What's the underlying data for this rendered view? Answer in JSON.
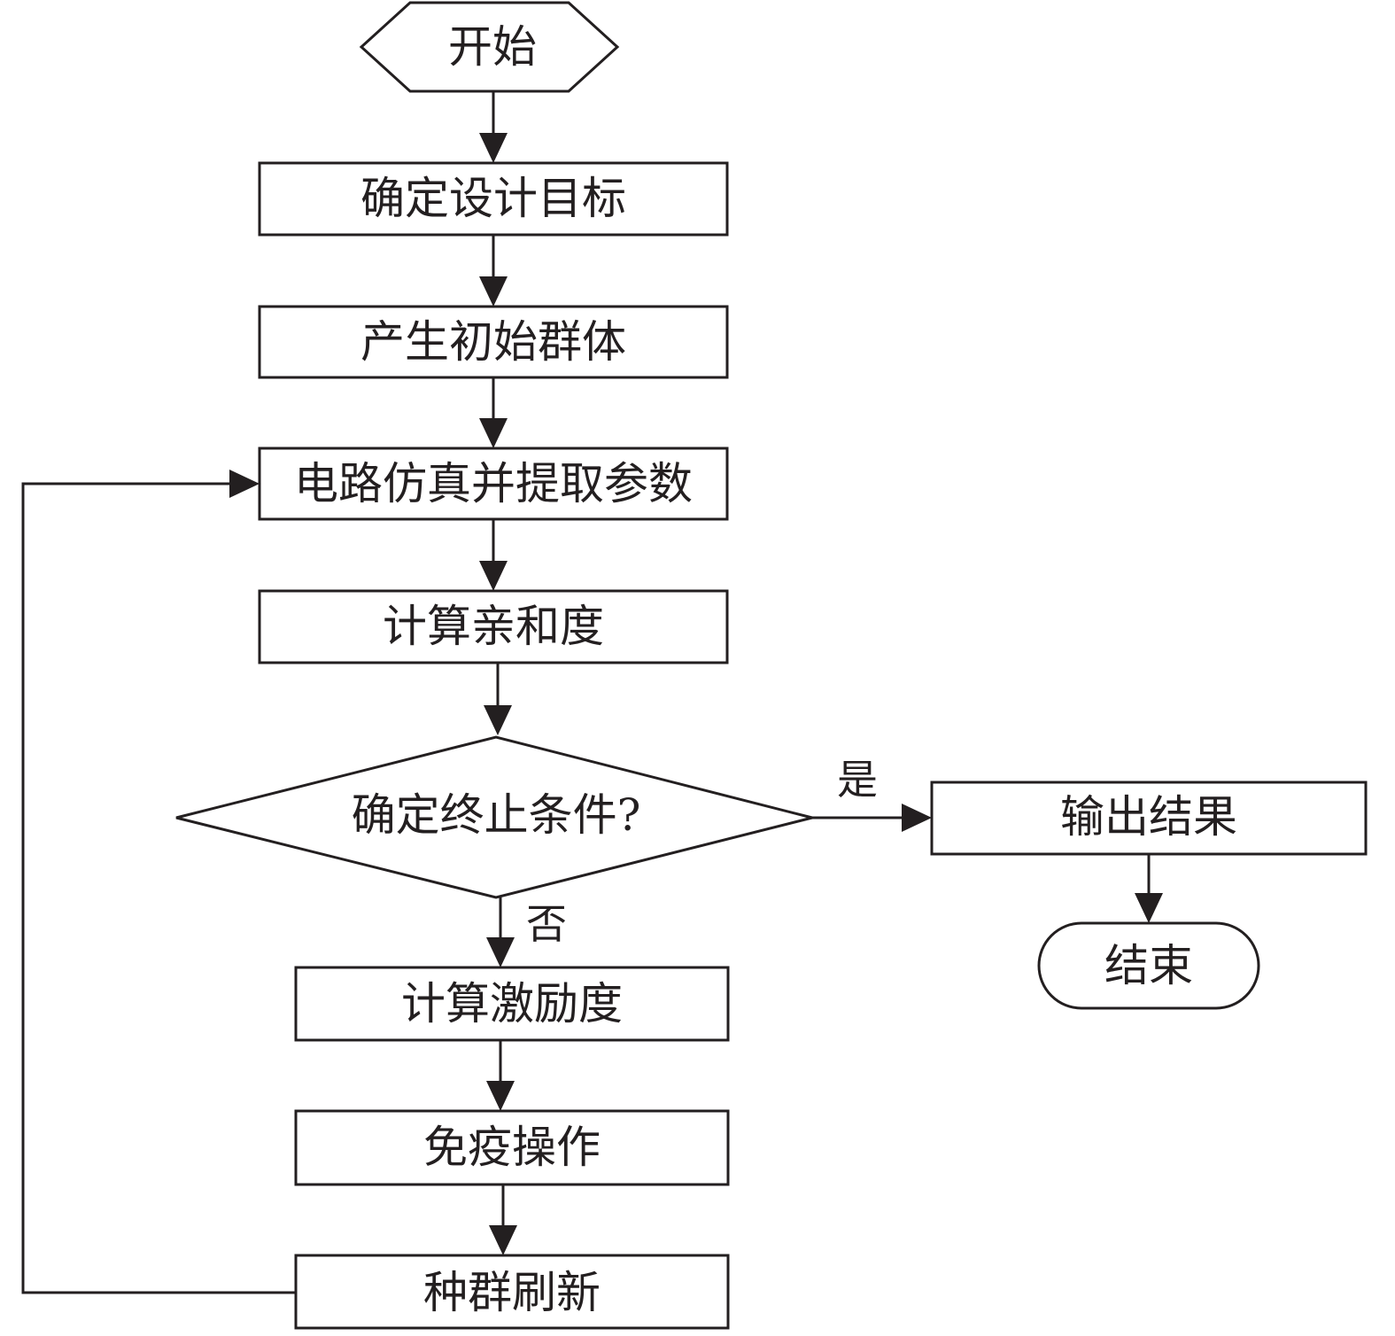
{
  "nodes": {
    "start": "开始",
    "set_goal": "确定设计目标",
    "init_population": "产生初始群体",
    "simulate": "电路仿真并提取参数",
    "affinity": "计算亲和度",
    "decision": "确定终止条件?",
    "output": "输出结果",
    "end": "结束",
    "stimulation": "计算激励度",
    "immune_op": "免疫操作",
    "refresh": "种群刷新"
  },
  "edges": {
    "yes_label": "是",
    "no_label": "否"
  },
  "colors": {
    "line": "#231f20",
    "fill": "#ffffff"
  }
}
